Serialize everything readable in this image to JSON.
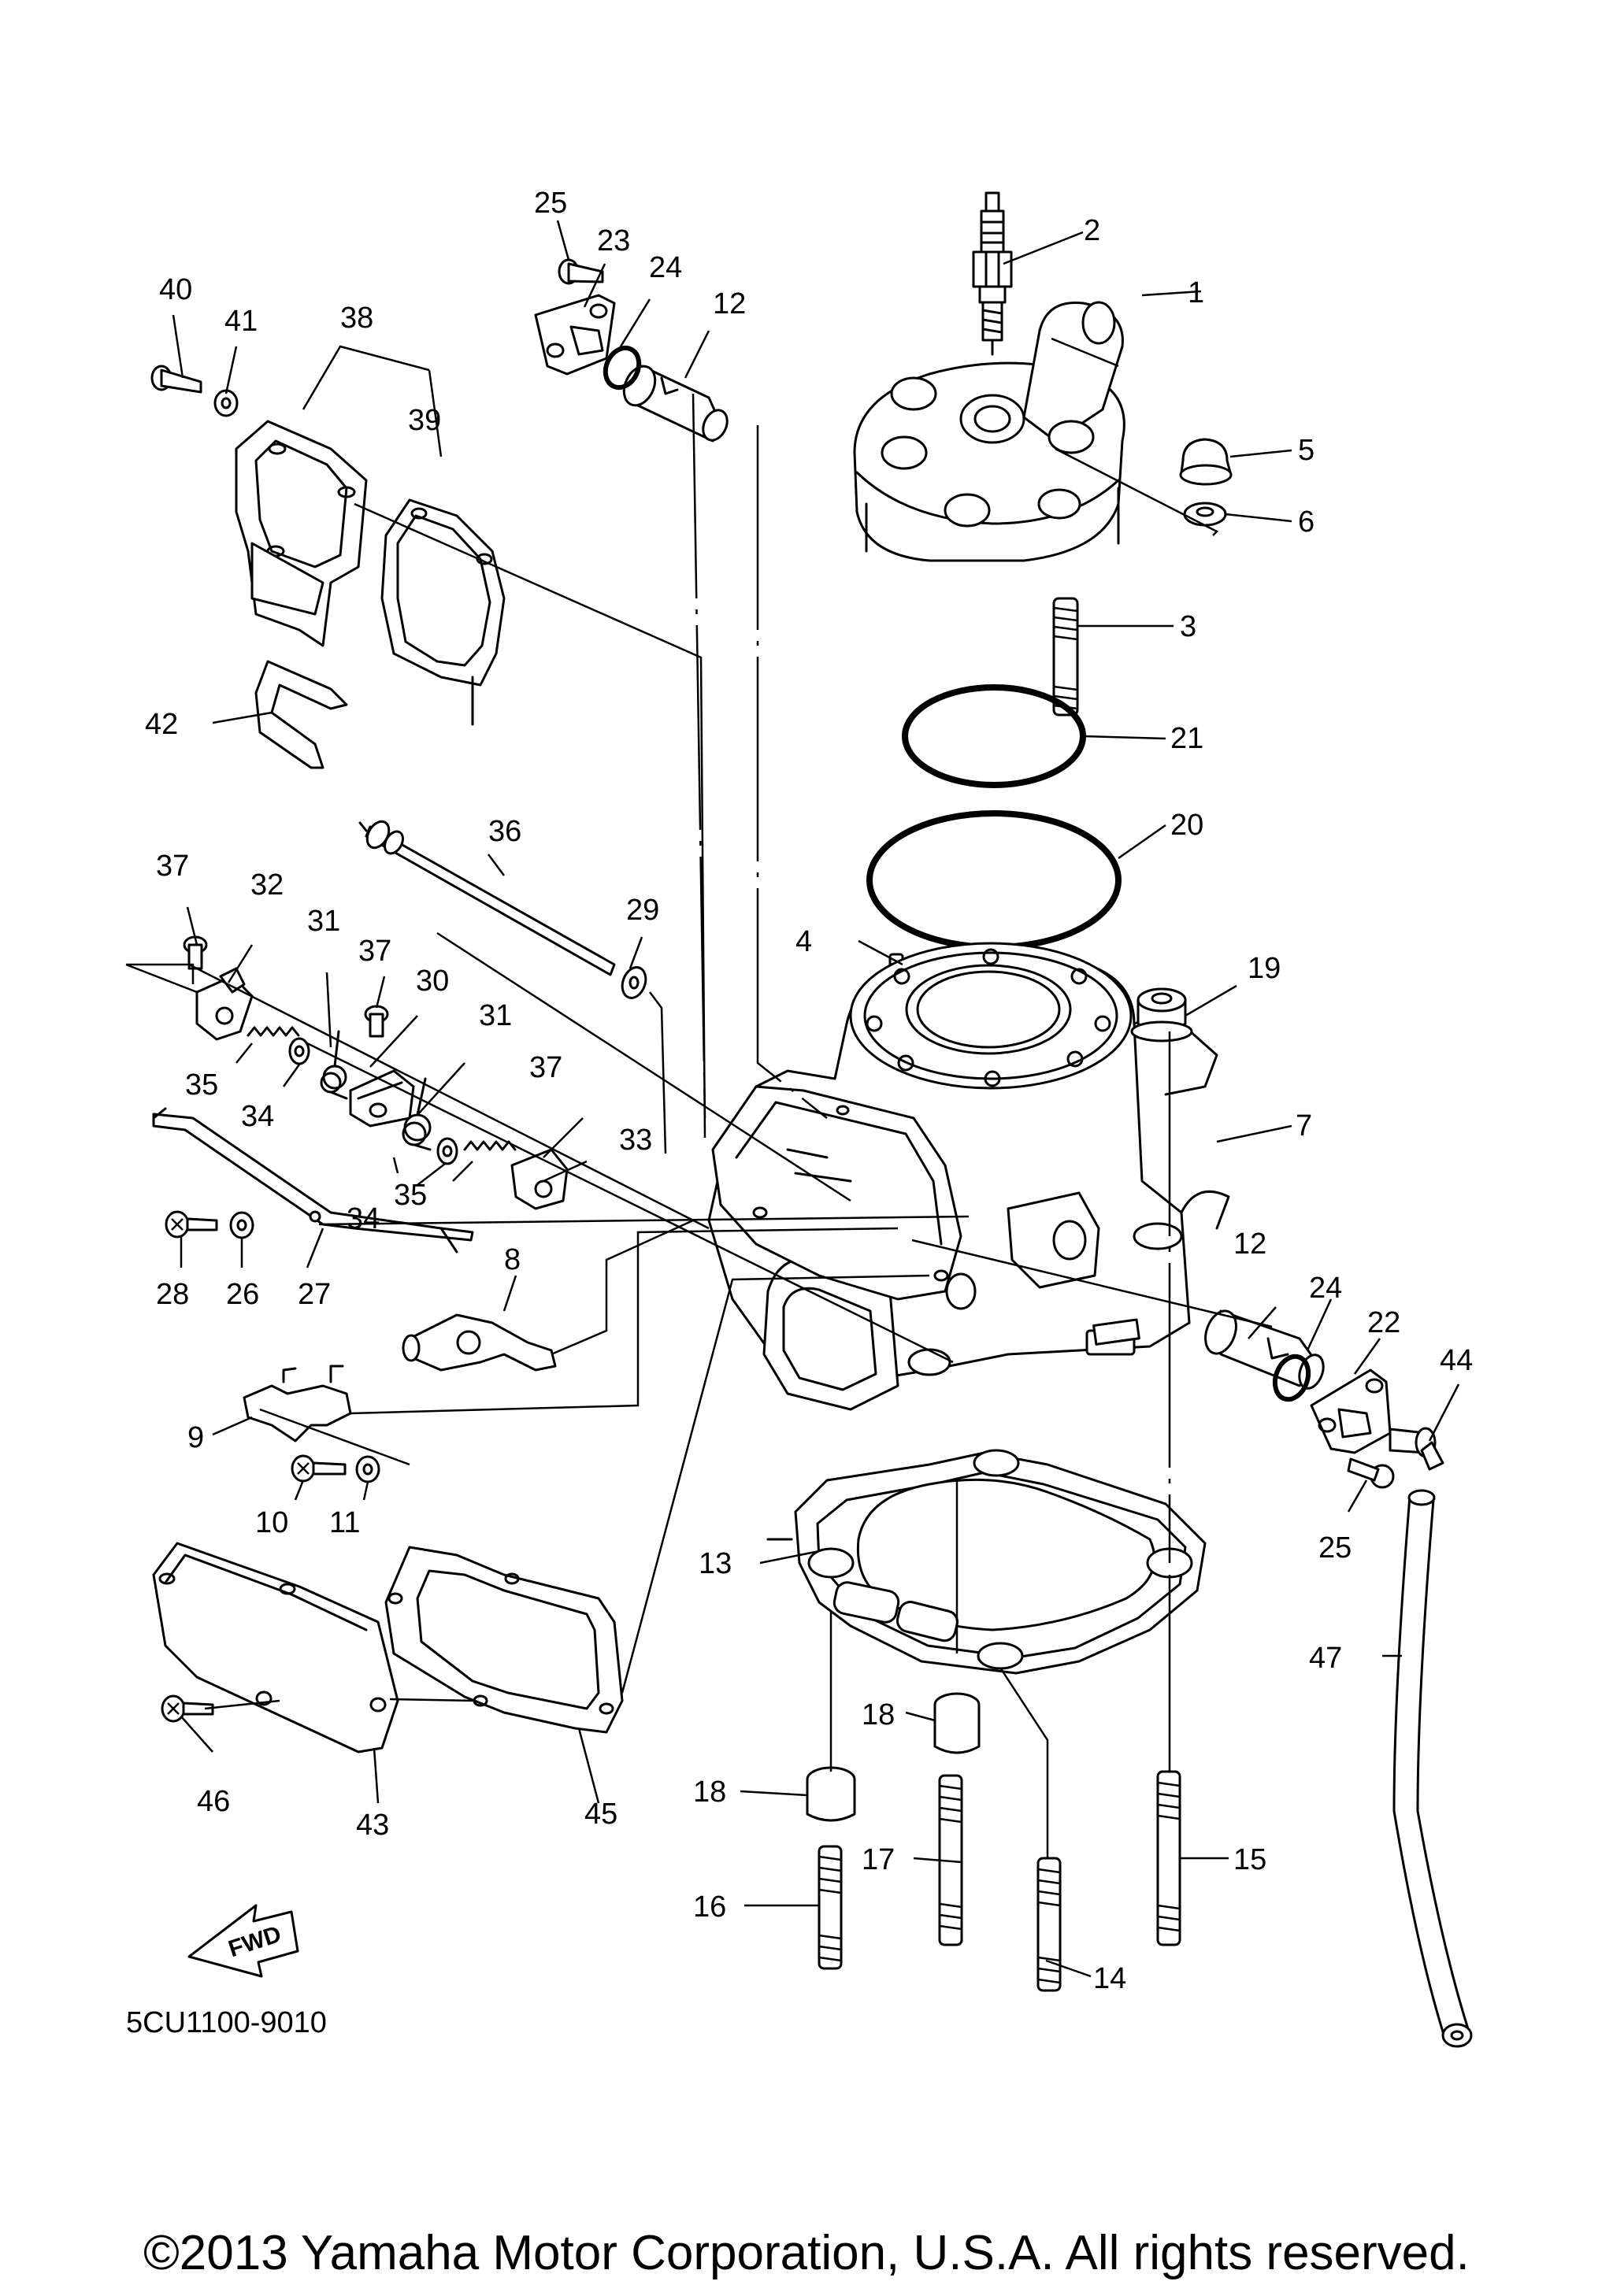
{
  "diagram": {
    "part_code": "5CU1100-9010",
    "fwd_label": "FWD",
    "copyright": "©2013 Yamaha Motor Corporation, U.S.A. All rights reserved.",
    "callouts": [
      "1",
      "2",
      "3",
      "4",
      "5",
      "6",
      "7",
      "8",
      "9",
      "10",
      "11",
      "12",
      "12",
      "13",
      "14",
      "15",
      "16",
      "17",
      "18",
      "18",
      "19",
      "20",
      "21",
      "22",
      "23",
      "24",
      "24",
      "25",
      "25",
      "26",
      "27",
      "28",
      "29",
      "30",
      "31",
      "31",
      "32",
      "33",
      "34",
      "34",
      "35",
      "35",
      "36",
      "37",
      "37",
      "37",
      "38",
      "39",
      "40",
      "41",
      "42",
      "43",
      "44",
      "45",
      "46",
      "47"
    ]
  }
}
